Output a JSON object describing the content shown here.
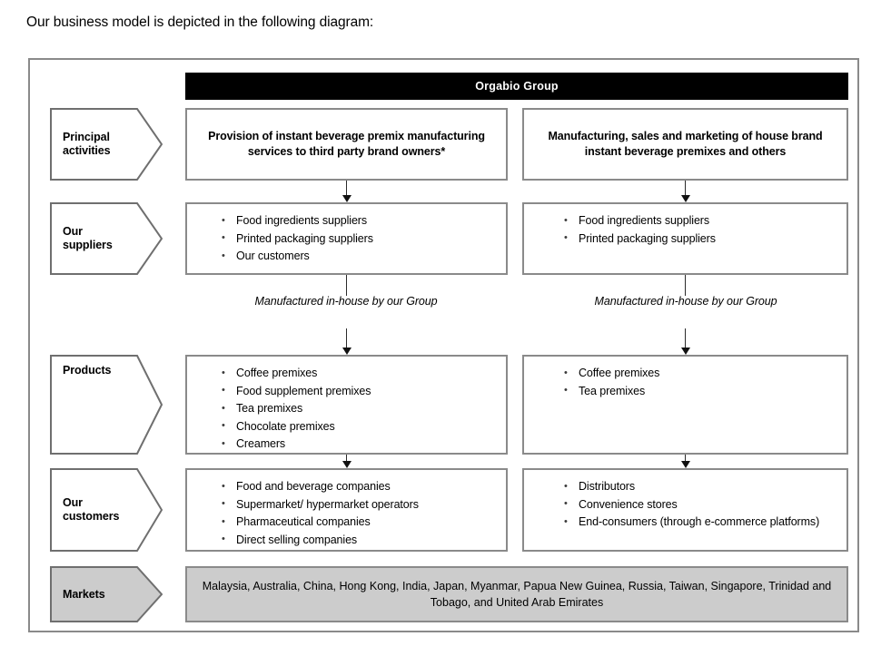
{
  "intro": {
    "text": "Our business model is depicted in the following diagram:"
  },
  "diagram": {
    "group_header": "Orgabio Group",
    "colors": {
      "header_bg": "#000000",
      "header_text": "#ffffff",
      "box_border": "#8a8a8a",
      "markets_fill": "#cccccc",
      "connector": "#2b2b2b"
    },
    "row_labels": [
      {
        "name": "principal-activities",
        "label": "Principal\nactivities"
      },
      {
        "name": "our-suppliers",
        "label": "Our\nsuppliers"
      },
      {
        "name": "products",
        "label": "Products"
      },
      {
        "name": "our-customers",
        "label": "Our\ncustomers"
      },
      {
        "name": "markets",
        "label": "Markets"
      }
    ],
    "notes": {
      "left": "Manufactured in-house by our Group",
      "right": "Manufactured in-house by our Group"
    },
    "columns": {
      "left": {
        "principal_activity": "Provision of instant beverage premix manufacturing services to third party brand owners*",
        "suppliers": [
          "Food ingredients suppliers",
          "Printed packaging suppliers",
          "Our customers"
        ],
        "products": [
          "Coffee premixes",
          "Food supplement premixes",
          "Tea premixes",
          "Chocolate premixes",
          "Creamers"
        ],
        "customers": [
          "Food and beverage companies",
          "Supermarket/ hypermarket operators",
          "Pharmaceutical companies",
          "Direct selling companies"
        ]
      },
      "right": {
        "principal_activity": "Manufacturing, sales and marketing of house brand instant beverage premixes and others",
        "suppliers": [
          "Food ingredients suppliers",
          "Printed packaging suppliers"
        ],
        "products": [
          "Coffee premixes",
          "Tea premixes"
        ],
        "customers": [
          "Distributors",
          "Convenience stores",
          "End-consumers (through e-commerce platforms)"
        ]
      }
    },
    "markets": "Malaysia, Australia, China, Hong Kong, India, Japan, Myanmar, Papua New Guinea, Russia, Taiwan, Singapore, Trinidad and Tobago, and United Arab Emirates"
  }
}
